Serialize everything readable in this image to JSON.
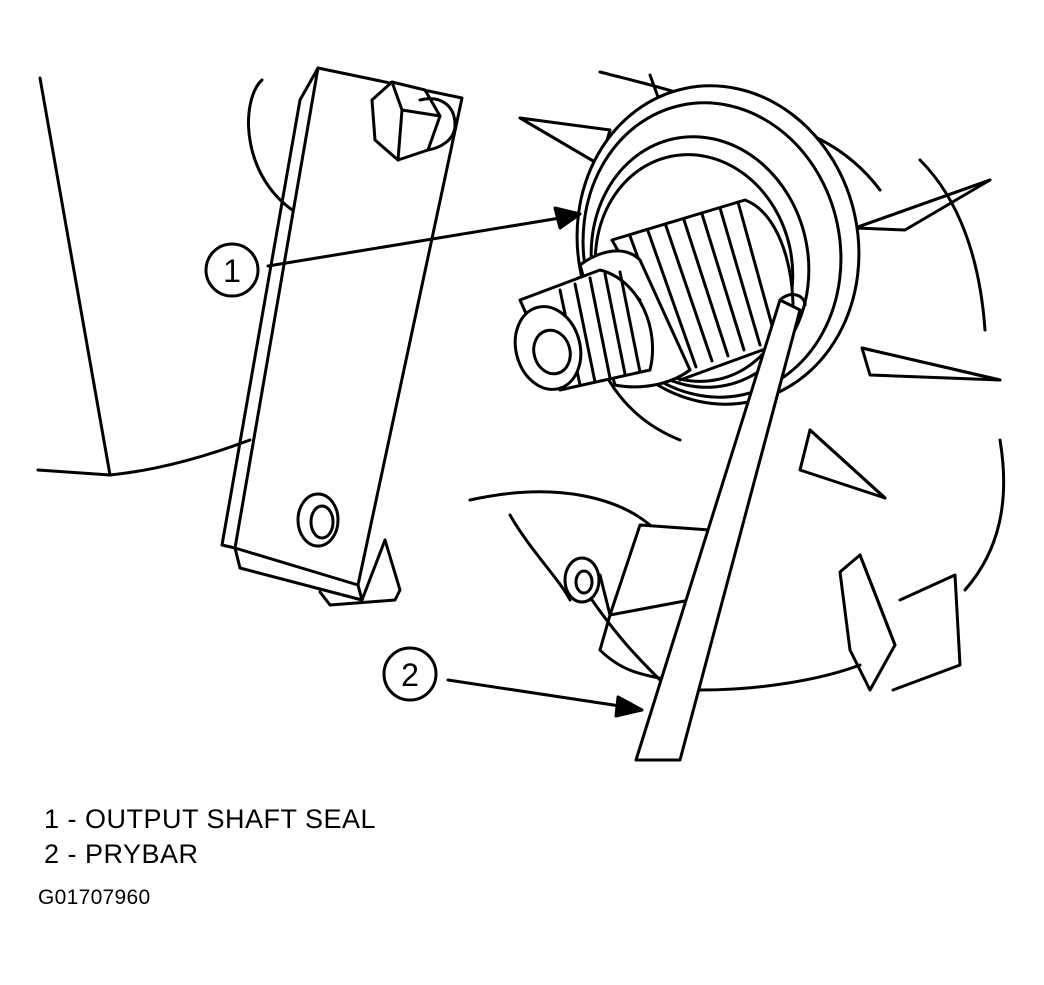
{
  "callouts": [
    {
      "number": "1",
      "label": "OUTPUT SHAFT SEAL"
    },
    {
      "number": "2",
      "label": "PRYBAR"
    }
  ],
  "legend": [
    {
      "text": "1 - OUTPUT SHAFT SEAL"
    },
    {
      "text": "2 - PRYBAR"
    }
  ],
  "figure_id": "G01707960"
}
